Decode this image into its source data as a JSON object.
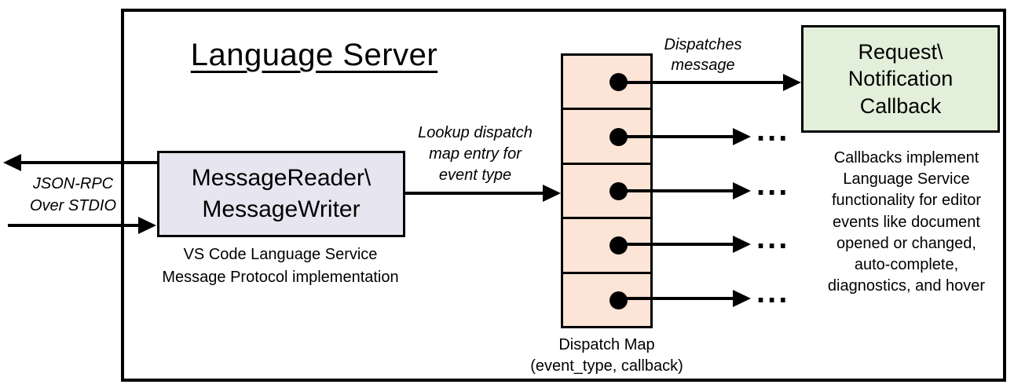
{
  "title": "Language Server",
  "colors": {
    "message_box_fill": "#E7E6F0",
    "dispatch_cell_fill": "#FCE4D6",
    "callback_box_fill": "#E2EFDA",
    "line": "#000000",
    "background": "#FFFFFF"
  },
  "io_label": {
    "line1": "JSON-RPC",
    "line2": "Over STDIO"
  },
  "message_reader": {
    "line1": "MessageReader\\",
    "line2": "MessageWriter",
    "caption_line1": "VS Code Language Service",
    "caption_line2": "Message Protocol implementation"
  },
  "lookup_label": {
    "line1": "Lookup dispatch",
    "line2": "map entry for",
    "line3": "event type"
  },
  "dispatch_map": {
    "rows": 5,
    "caption_line1": "Dispatch Map",
    "caption_line2": "(event_type, callback)",
    "ellipsis": "..."
  },
  "dispatches_label": {
    "line1": "Dispatches",
    "line2": "message"
  },
  "callback_box": {
    "line1": "Request\\",
    "line2": "Notification",
    "line3": "Callback"
  },
  "callbacks_note": {
    "line1": "Callbacks implement",
    "line2": "Language Service",
    "line3": "functionality for editor",
    "line4": "events like document",
    "line5": "opened or changed,",
    "line6": "auto-complete,",
    "line7": "diagnostics, and hover"
  }
}
